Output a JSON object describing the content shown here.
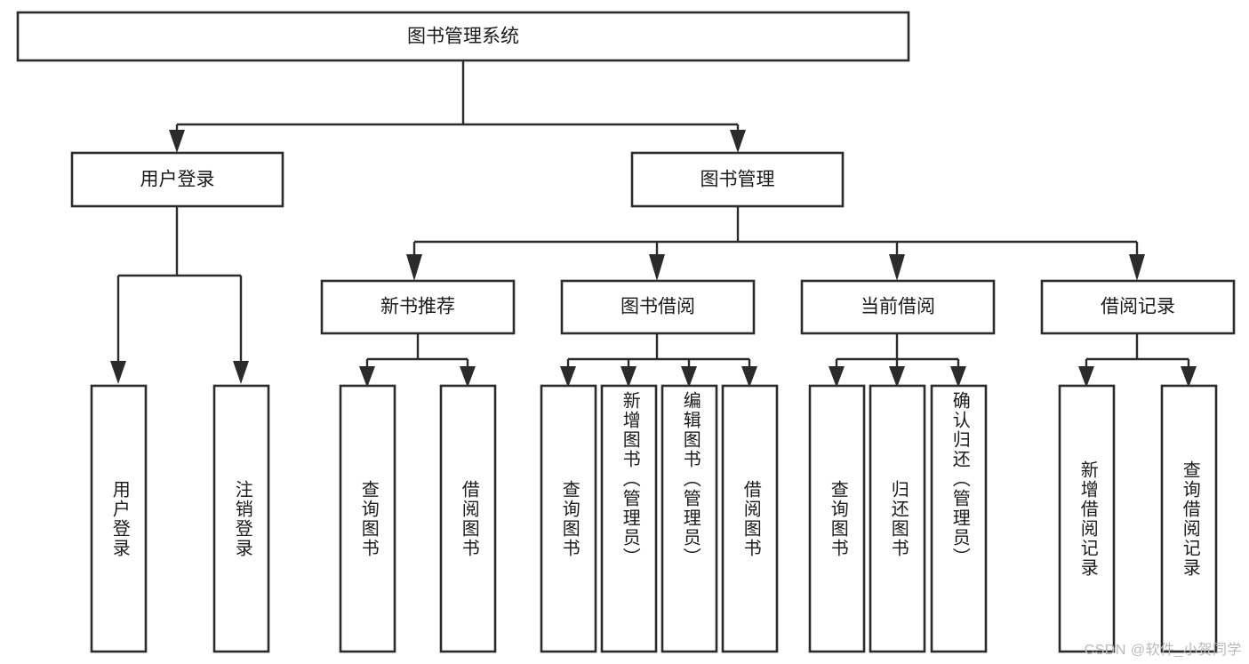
{
  "diagram": {
    "title": "图书管理系统",
    "type": "tree-hierarchy",
    "orientation": "top-down",
    "colors": {
      "box_stroke": "#2b2b2b",
      "box_fill": "#ffffff",
      "connector": "#2b2b2b",
      "text": "#1b1b1b",
      "background": "#ffffff",
      "watermark": "#b9b9b9"
    }
  },
  "root": {
    "label": "图书管理系统"
  },
  "level2": [
    {
      "label": "用户登录"
    },
    {
      "label": "图书管理"
    }
  ],
  "level3": [
    {
      "label": "新书推荐"
    },
    {
      "label": "图书借阅"
    },
    {
      "label": "当前借阅"
    },
    {
      "label": "借阅记录"
    }
  ],
  "leaves": {
    "user_login": [
      {
        "label": "用户登录"
      },
      {
        "label": "注销登录"
      }
    ],
    "new_book_recommend": [
      {
        "label": "查询图书"
      },
      {
        "label": "借阅图书"
      }
    ],
    "book_borrow": [
      {
        "label": "查询图书"
      },
      {
        "label": "新增图书（管理员）"
      },
      {
        "label": "编辑图书（管理员）"
      },
      {
        "label": "借阅图书"
      }
    ],
    "current_borrow": [
      {
        "label": "查询图书"
      },
      {
        "label": "归还图书"
      },
      {
        "label": "确认归还（管理员）"
      }
    ],
    "borrow_record": [
      {
        "label": "新增借阅记录"
      },
      {
        "label": "查询借阅记录"
      }
    ]
  },
  "watermark": {
    "text": "CSDN @软件_小贺同学"
  }
}
